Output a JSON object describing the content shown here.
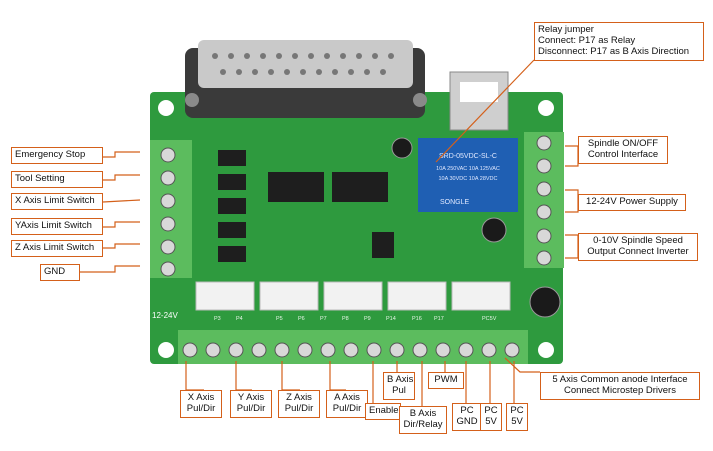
{
  "labels": {
    "relay": [
      "Relay jumper",
      "Connect: P17 as Relay",
      "Disconnect: P17 as B Axis Direction"
    ],
    "emergency": "Emergency Stop",
    "tool": "Tool Setting",
    "xlimit": "X Axis Limit Switch",
    "ylimit": "YAxis Limit Switch",
    "zlimit": "Z Axis Limit Switch",
    "gnd": "GND",
    "spindle_onoff": [
      "Spindle ON/OFF",
      "Control Interface"
    ],
    "power": "12-24V Power Supply",
    "spindle_speed": [
      "0-10V Spindle Speed",
      "Output Connect Inverter"
    ],
    "common_anode": [
      "5 Axis Common anode Interface",
      "Connect Microstep Drivers"
    ],
    "x_axis": [
      "X Axis",
      "Pul/Dir"
    ],
    "y_axis": [
      "Y Axis",
      "Pul/Dir"
    ],
    "z_axis": [
      "Z Axis",
      "Pul/Dir"
    ],
    "a_axis": [
      "A Axis",
      "Pul/Dir"
    ],
    "enable": "Enable",
    "b_pul": [
      "B Axis",
      "Pul"
    ],
    "b_dir": [
      "B Axis",
      "Dir/Relay"
    ],
    "pwm": "PWM",
    "pc_gnd": [
      "PC",
      "GND"
    ],
    "pc_5v_1": [
      "PC",
      "5V"
    ],
    "pc_5v_2": [
      "PC",
      "5V"
    ]
  },
  "board": {
    "relay_text": [
      "SRD-05VDC-SL-C",
      "10A 250VAC 10A 125VAC",
      "10A 30VDC 10A 28VDC"
    ],
    "relay_brand": "SONGLE",
    "silk_1224": "12-24V",
    "silk_p": [
      "P3",
      "P4",
      "P5",
      "P6",
      "P7",
      "P8",
      "P9",
      "P14",
      "P16",
      "P17",
      "PC5V"
    ]
  },
  "colors": {
    "pcb": "#2e9a3e",
    "terminal": "#5cbc5e",
    "leader": "#d4601a",
    "relay": "#1f5fb3"
  }
}
